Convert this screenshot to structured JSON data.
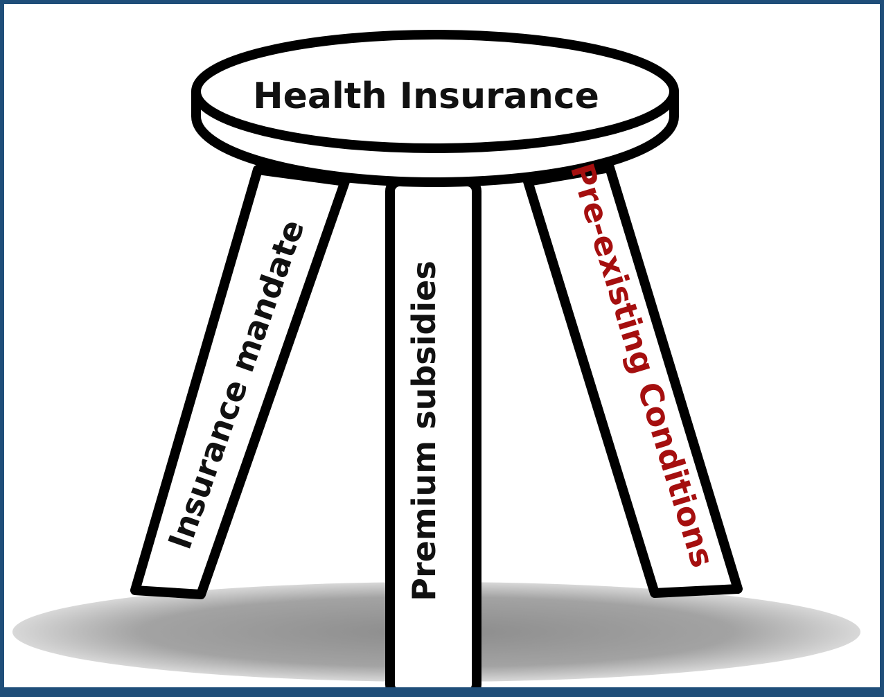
{
  "seat": {
    "label": "Health Insurance"
  },
  "legs": {
    "left": {
      "label": "Insurance mandate"
    },
    "middle": {
      "label": "Premium subsidies"
    },
    "right": {
      "label": "Pre-existing Conditions"
    }
  },
  "colors": {
    "border": "#1f4e79",
    "outline": "#000000",
    "fill": "#ffffff",
    "shadow": "#9a9a9a",
    "right_label": "#a50f0f",
    "text": "#111111"
  }
}
